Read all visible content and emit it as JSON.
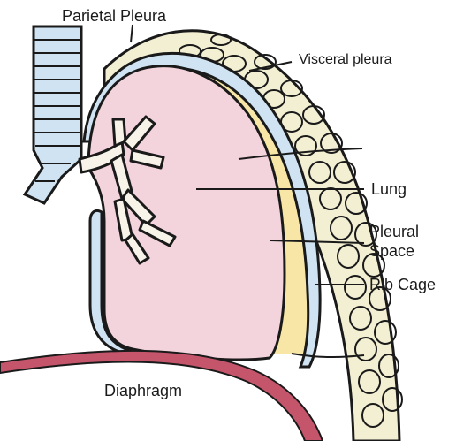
{
  "labels": {
    "parietal_pleura": "Parietal Pleura",
    "visceral_pleura": "Visceral pleura",
    "lung": "Lung",
    "pleural_space_1": "Pleural",
    "pleural_space_2": "Space",
    "rib_cage": "Rib Cage",
    "diaphragm": "Diaphragm"
  },
  "colors": {
    "lung_fill": "#f3d3dc",
    "pleural_space": "#f7e6a6",
    "pleura_blue": "#cfe3f2",
    "diaphragm_red": "#c4556b",
    "outline": "#1a1a1a",
    "rib_fill": "#f3efd3"
  }
}
